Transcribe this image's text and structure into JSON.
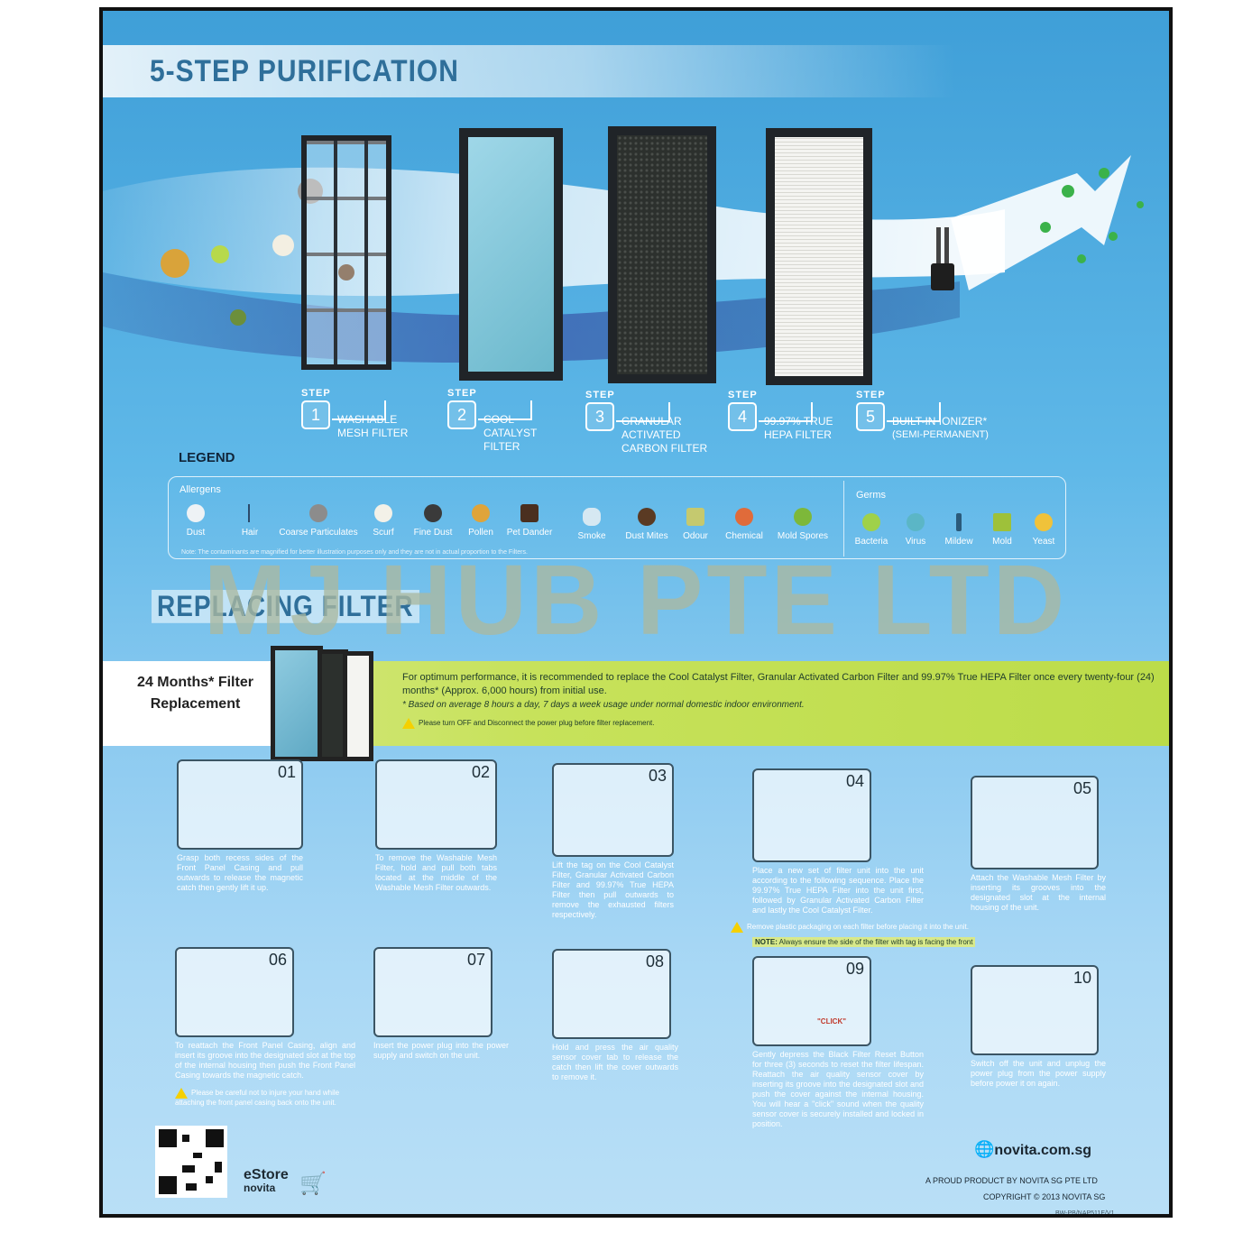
{
  "title": "5-STEP PURIFICATION",
  "steps": [
    {
      "label": "STEP",
      "num": "1",
      "name": "WASHABLE MESH FILTER"
    },
    {
      "label": "STEP",
      "num": "2",
      "name": "COOL CATALYST FILTER"
    },
    {
      "label": "STEP",
      "num": "3",
      "name": "GRANULAR ACTIVATED CARBON FILTER"
    },
    {
      "label": "STEP",
      "num": "4",
      "name": "99.97% TRUE HEPA FILTER"
    },
    {
      "label": "STEP",
      "num": "5",
      "name": "BUILT-IN IONIZER*",
      "sub": "(SEMI-PERMANENT)"
    }
  ],
  "legend": {
    "title": "LEGEND",
    "allergens_label": "Allergens",
    "germs_label": "Germs",
    "allergens": [
      "Dust",
      "Hair",
      "Coarse Particulates",
      "Scurf",
      "Fine Dust",
      "Pollen",
      "Pet Dander",
      "Smoke",
      "Dust Mites",
      "Odour",
      "Chemical",
      "Mold Spores"
    ],
    "germs": [
      "Bacteria",
      "Virus",
      "Mildew",
      "Mold",
      "Yeast"
    ],
    "note": "Note: The contaminants are magnified for better illustration purposes only and they are not in actual proportion to the Filters."
  },
  "replacing_title": "REPLACING FILTER",
  "watermark": "MJ HUB PTE LTD",
  "replacement": {
    "heading": "24 Months* Filter Replacement",
    "text": "For optimum performance, it is recommended to replace the Cool Catalyst Filter, Granular Activated Carbon Filter and 99.97% True HEPA Filter once every twenty-four (24) months* (Approx. 6,000 hours) from initial use.",
    "note": "* Based on average 8 hours a day, 7 days a week usage under normal domestic indoor environment.",
    "warning": "Please turn OFF and Disconnect the power plug before filter replacement."
  },
  "instructions": [
    {
      "num": "01",
      "text": "Grasp both recess sides of the Front Panel Casing and pull outwards to release the magnetic catch then gently lift it up."
    },
    {
      "num": "02",
      "text": "To remove the Washable Mesh Filter, hold and pull both tabs located at the middle of the Washable Mesh Filter outwards."
    },
    {
      "num": "03",
      "text": "Lift the tag on the Cool Catalyst Filter, Granular Activated Carbon Filter and 99.97% True HEPA Filter then pull outwards to remove the exhausted filters respectively."
    },
    {
      "num": "04",
      "text": "Place a new set of filter unit into the unit according to the following sequence. Place the 99.97% True HEPA Filter into the unit first, followed by Granular Activated Carbon Filter and lastly the Cool Catalyst Filter."
    },
    {
      "num": "05",
      "text": "Attach the Washable Mesh Filter by inserting its grooves into the designated slot at the internal housing of the unit."
    },
    {
      "num": "06",
      "text": "To reattach the Front Panel Casing, align and insert its groove into the designated slot at the top of the internal housing then push the Front Panel Casing towards the magnetic catch."
    },
    {
      "num": "07",
      "text": "Insert the power plug into the power supply and switch on the unit."
    },
    {
      "num": "08",
      "text": "Hold and press the air quality sensor cover tab to release the catch then lift the cover outwards to remove it."
    },
    {
      "num": "09",
      "text": "Gently depress the Black Filter Reset Button for three (3) seconds to reset the filter lifespan. Reattach the air quality sensor cover by inserting its groove into the designated slot and push the cover against the internal housing. You will hear a \"click\" sound when the quality sensor cover is securely installed and locked in position."
    },
    {
      "num": "10",
      "text": "Switch off the unit and unplug the power plug from the power supply before power it on again."
    }
  ],
  "warn04": "Remove plastic packaging on each filter before placing it into the unit.",
  "note04_label": "NOTE:",
  "note04": "Always ensure the side of the filter with tag is facing the front",
  "warn06": "Please be careful not to injure your hand while attaching the front panel casing back onto the unit.",
  "click_label": "\"CLICK\"",
  "footer": {
    "site": "novita.com.sg",
    "proud": "A PROUD PRODUCT BY NOVITA SG PTE LTD",
    "copyright": "COPYRIGHT © 2013 NOVITA SG",
    "code": "BW-PB/NAP511E/V1",
    "estore": "eStore",
    "brand": "novita"
  },
  "colors": {
    "accent_green": "#c7e25b",
    "sky_blue": "#4aa8dc",
    "title_blue": "#2f6f9a",
    "warning_yellow": "#f5d000"
  }
}
